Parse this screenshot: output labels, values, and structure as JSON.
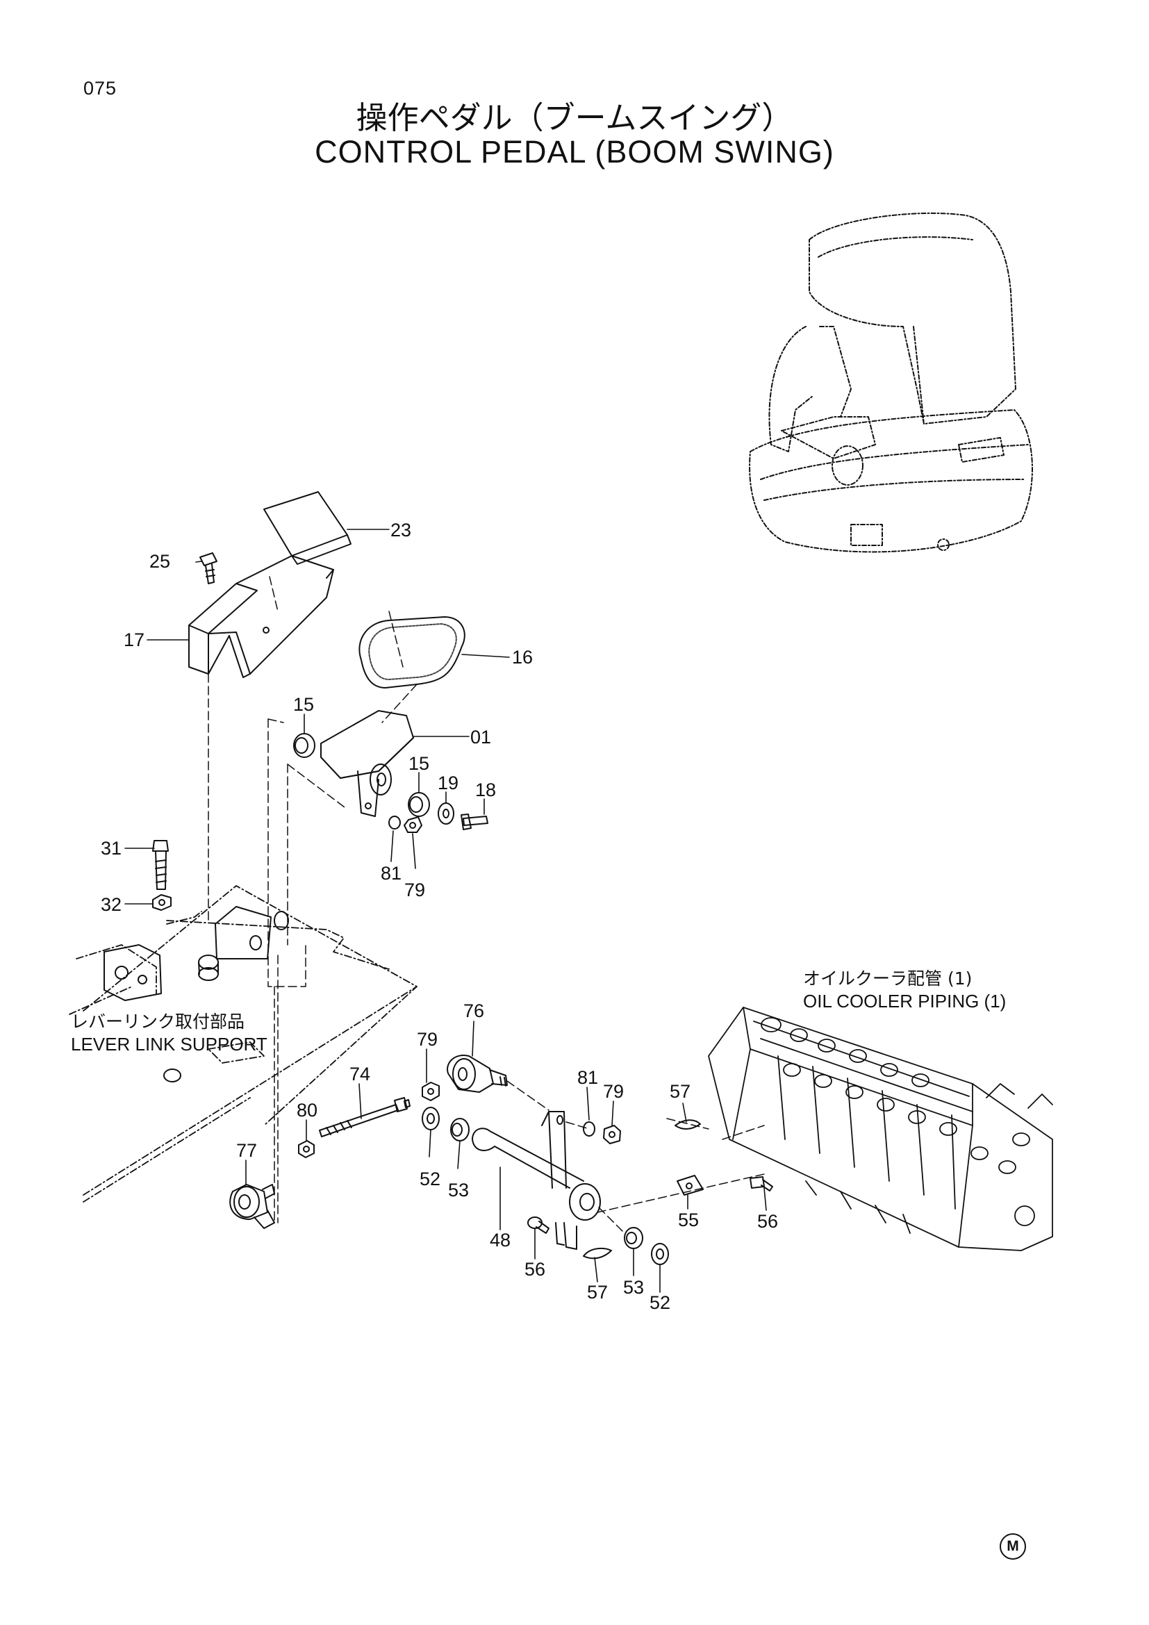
{
  "header": {
    "page_number": "075",
    "title_jp": "操作ペダル（ブームスイング）",
    "title_en": "CONTROL PEDAL (BOOM SWING)"
  },
  "sub_assemblies": {
    "lever_link": {
      "label_jp": "レバーリンク取付部品",
      "label_en": "LEVER LINK SUPPORT"
    },
    "oil_cooler": {
      "label_jp": "オイルクーラ配管 (1)",
      "label_en": "OIL COOLER PIPING (1)"
    }
  },
  "callouts": [
    "23",
    "25",
    "17",
    "16",
    "15",
    "01",
    "15",
    "19",
    "18",
    "81",
    "79",
    "31",
    "32",
    "76",
    "79",
    "74",
    "80",
    "77",
    "81",
    "79",
    "52",
    "53",
    "48",
    "56",
    "57",
    "53",
    "52",
    "55",
    "56",
    "57"
  ],
  "footer": {
    "mark": "M"
  },
  "icons": {
    "machine": "mini-excavator-cab-icon",
    "valve": "control-valve-block-icon"
  }
}
